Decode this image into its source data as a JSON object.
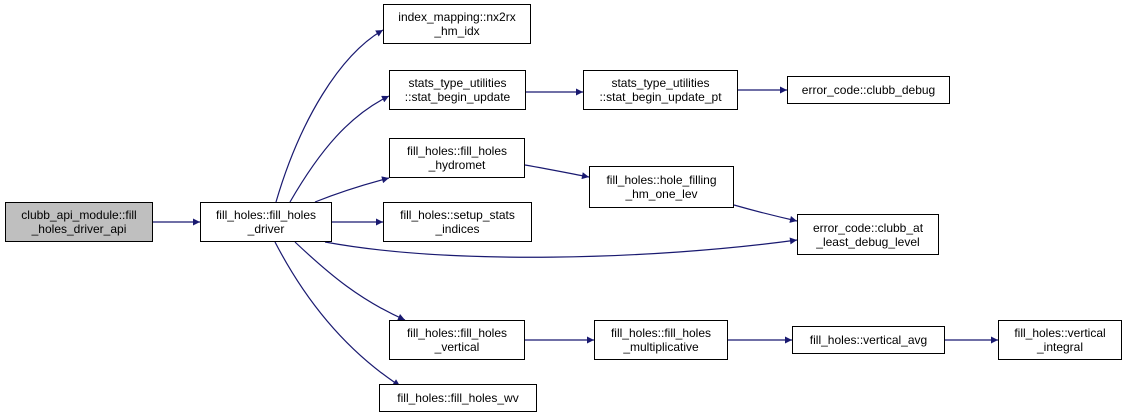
{
  "colors": {
    "edge": "#191970",
    "root_fill": "#bfbfbf",
    "node_fill": "#ffffff",
    "border": "#000000"
  },
  "nodes": [
    {
      "id": "root",
      "label": "clubb_api_module::fill\n_holes_driver_api"
    },
    {
      "id": "driver",
      "label": "fill_holes::fill_holes\n_driver"
    },
    {
      "id": "nx2rx",
      "label": "index_mapping::nx2rx\n_hm_idx"
    },
    {
      "id": "stat_begin_update",
      "label": "stats_type_utilities\n::stat_begin_update"
    },
    {
      "id": "stat_begin_update_pt",
      "label": "stats_type_utilities\n::stat_begin_update_pt"
    },
    {
      "id": "clubb_debug",
      "label": "error_code::clubb_debug"
    },
    {
      "id": "hydromet",
      "label": "fill_holes::fill_holes\n_hydromet"
    },
    {
      "id": "hole_filling",
      "label": "fill_holes::hole_filling\n_hm_one_lev"
    },
    {
      "id": "setup_stats",
      "label": "fill_holes::setup_stats\n_indices"
    },
    {
      "id": "least_debug",
      "label": "error_code::clubb_at\n_least_debug_level"
    },
    {
      "id": "vertical",
      "label": "fill_holes::fill_holes\n_vertical"
    },
    {
      "id": "multiplicative",
      "label": "fill_holes::fill_holes\n_multiplicative"
    },
    {
      "id": "vertical_avg",
      "label": "fill_holes::vertical_avg"
    },
    {
      "id": "vertical_integral",
      "label": "fill_holes::vertical\n_integral"
    },
    {
      "id": "fill_holes_wv",
      "label": "fill_holes::fill_holes_wv"
    }
  ],
  "edges": [
    {
      "from": "root",
      "to": "driver"
    },
    {
      "from": "driver",
      "to": "nx2rx"
    },
    {
      "from": "driver",
      "to": "stat_begin_update"
    },
    {
      "from": "driver",
      "to": "hydromet"
    },
    {
      "from": "driver",
      "to": "setup_stats"
    },
    {
      "from": "driver",
      "to": "least_debug"
    },
    {
      "from": "driver",
      "to": "vertical"
    },
    {
      "from": "driver",
      "to": "fill_holes_wv"
    },
    {
      "from": "stat_begin_update",
      "to": "stat_begin_update_pt"
    },
    {
      "from": "stat_begin_update_pt",
      "to": "clubb_debug"
    },
    {
      "from": "hydromet",
      "to": "hole_filling"
    },
    {
      "from": "hole_filling",
      "to": "least_debug"
    },
    {
      "from": "vertical",
      "to": "multiplicative"
    },
    {
      "from": "multiplicative",
      "to": "vertical_avg"
    },
    {
      "from": "vertical_avg",
      "to": "vertical_integral"
    }
  ]
}
